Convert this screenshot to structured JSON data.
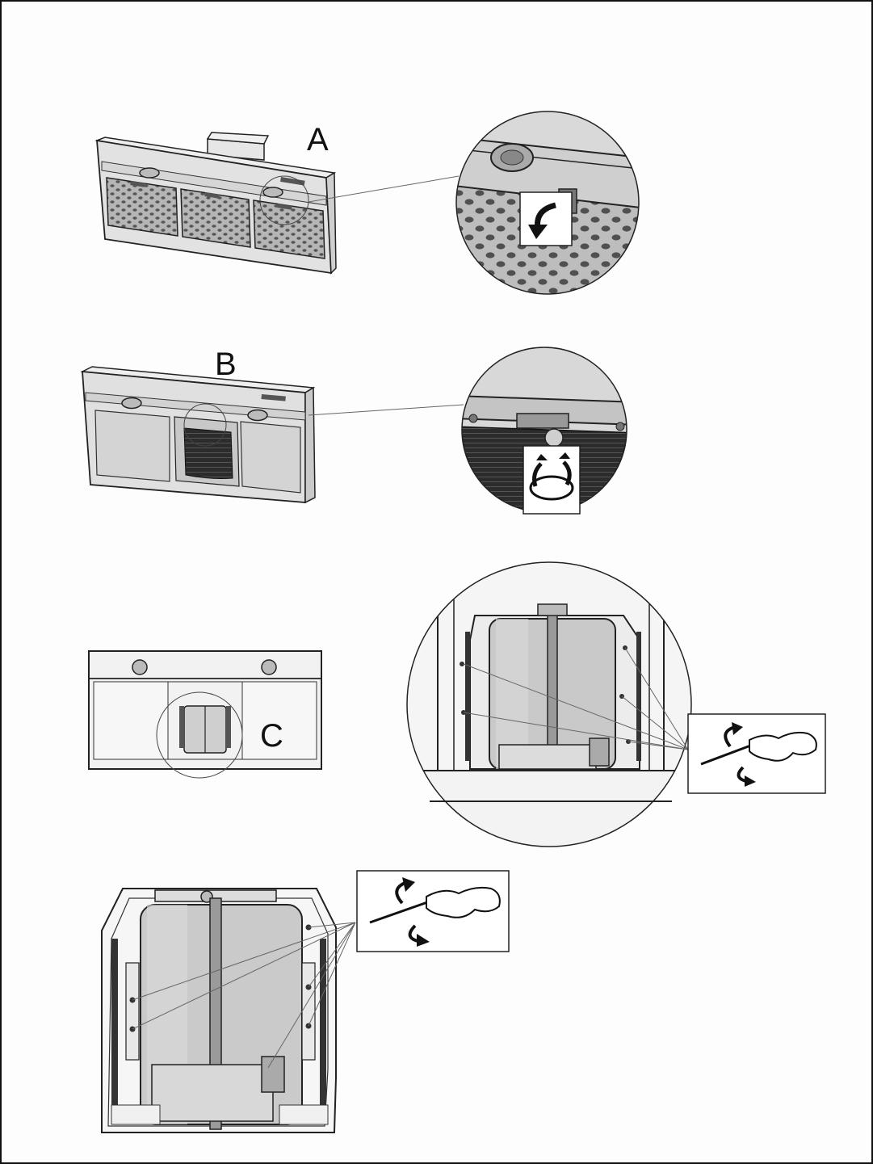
{
  "figure": {
    "labels": {
      "a": "A",
      "b": "B",
      "c": "C"
    },
    "colors": {
      "stroke": "#222222",
      "panel": "#d9d9d9",
      "filter": "#9a9a9a",
      "dark": "#3a3a3a",
      "motor": "#c9c9c9"
    },
    "icons": {
      "a_detail": "arrow-down-icon",
      "b_detail": "rotate-icon",
      "c_detail": "screwdriver-icon",
      "d_detail": "screwdriver-icon"
    }
  }
}
